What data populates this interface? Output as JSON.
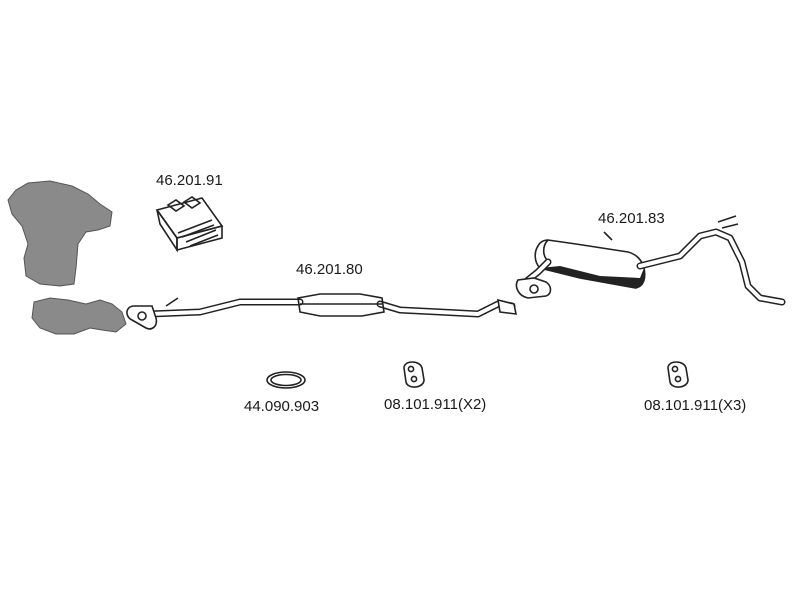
{
  "parts": {
    "gasket_kit": {
      "number": "46.201.91"
    },
    "center_pipe": {
      "number": "46.201.80"
    },
    "rear_muffler": {
      "number": "46.201.83"
    },
    "seal_ring": {
      "number": "44.090.903"
    },
    "hanger_front": {
      "number": "08.101.911(X2)"
    },
    "hanger_rear": {
      "number": "08.101.911(X3)"
    }
  },
  "colors": {
    "line": "#222222",
    "gray_part": "#8a8a8a",
    "background": "#ffffff"
  }
}
